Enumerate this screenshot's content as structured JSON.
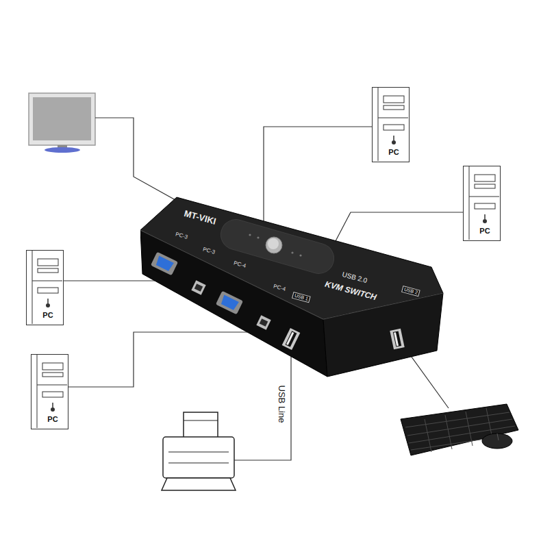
{
  "diagram": {
    "nodes": [
      {
        "text": [
          "MT-VIKI",
          "USB 2.0",
          "KVM SWITCH"
        ]
      },
      {
        "text": [
          "PC"
        ]
      },
      {
        "text": [
          "PC"
        ]
      },
      {
        "text": [
          "PC"
        ]
      },
      {
        "text": [
          "PC"
        ]
      }
    ],
    "edges": [
      {
        "from": 1,
        "to": 0,
        "arrow": "none"
      },
      {
        "from": 2,
        "to": 0,
        "arrow": "none"
      },
      {
        "from": 3,
        "to": 0,
        "arrow": "none"
      },
      {
        "from": 4,
        "to": 0,
        "arrow": "none"
      }
    ],
    "labels": [
      "PC-3",
      "PC-3",
      "PC-4",
      "PC-4",
      "USB 1",
      "USB 2",
      "USB Line"
    ]
  }
}
